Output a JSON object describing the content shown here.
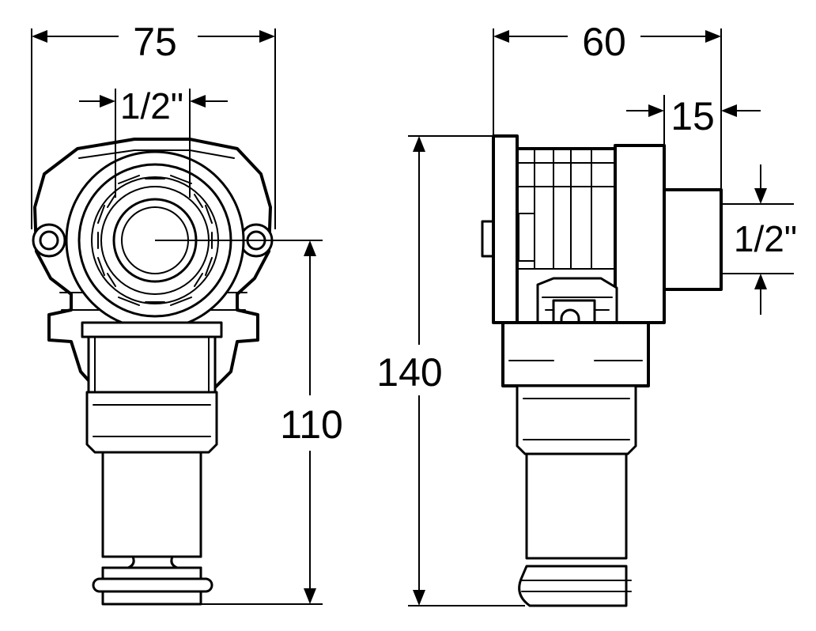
{
  "dimensions": {
    "front_width": "75",
    "front_thread": "1/2\"",
    "front_height": "110",
    "side_width": "60",
    "side_offset": "15",
    "side_thread": "1/2\"",
    "side_height": "140"
  }
}
